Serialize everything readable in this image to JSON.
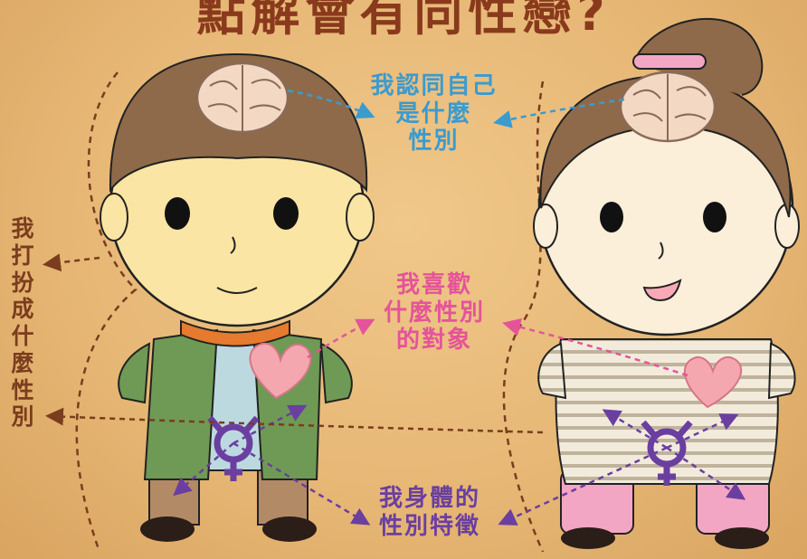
{
  "title": "點解會有同性戀?",
  "labels": {
    "identity": "我認同自己是什麼性別",
    "identity_lines": [
      "我認同自己",
      "是什麼",
      "性別"
    ],
    "attraction_lines": [
      "我喜歡",
      "什麼性別",
      "的對象"
    ],
    "body_lines": [
      "我身體的",
      "性別特徵"
    ],
    "expression_chars": [
      "我",
      "打",
      "扮",
      "成",
      "什",
      "麼",
      "性",
      "別"
    ]
  },
  "colors": {
    "background": "#e6b674",
    "identity": "#3a9bd0",
    "attraction": "#e5539a",
    "body": "#6a3fa0",
    "expression": "#7a3d1d"
  },
  "icons": [
    "brain-icon",
    "heart-icon",
    "transgender-symbol-icon"
  ]
}
